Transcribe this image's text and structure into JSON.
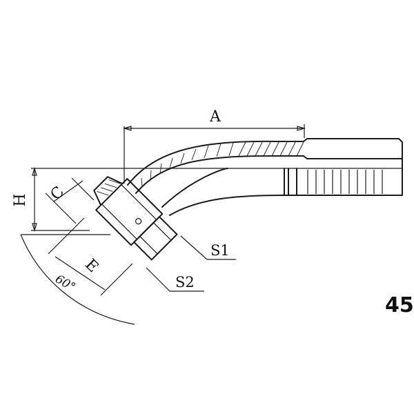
{
  "labels": {
    "dim_a": "A",
    "dim_h": "H",
    "dim_c": "C",
    "dim_e": "E",
    "angle": "60°",
    "wrench_1": "S1",
    "wrench_2": "S2",
    "code": "45"
  }
}
